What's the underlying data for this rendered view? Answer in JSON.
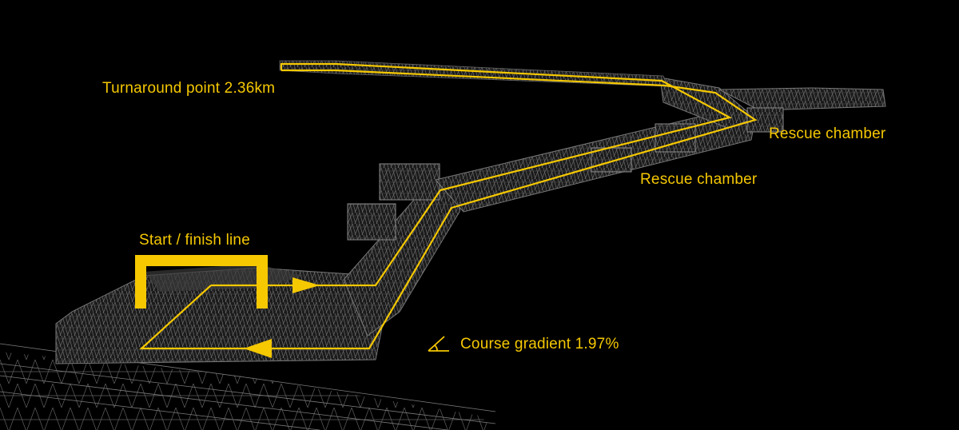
{
  "diagram": {
    "type": "tunnel-course-map",
    "background": "#000000",
    "accent_color": "#f5c800",
    "wireframe_color": "#8a8a8a"
  },
  "labels": {
    "turnaround": "Turnaround point 2.36km",
    "rescue_chamber_1": "Rescue chamber",
    "rescue_chamber_2": "Rescue chamber",
    "start_finish": "Start / finish line",
    "gradient": "Course gradient 1.97%"
  },
  "icons": {
    "gradient": "angle-icon",
    "start_finish": "start-finish-gate-icon",
    "direction_out": "arrow-right-icon",
    "direction_back": "arrow-left-icon"
  }
}
